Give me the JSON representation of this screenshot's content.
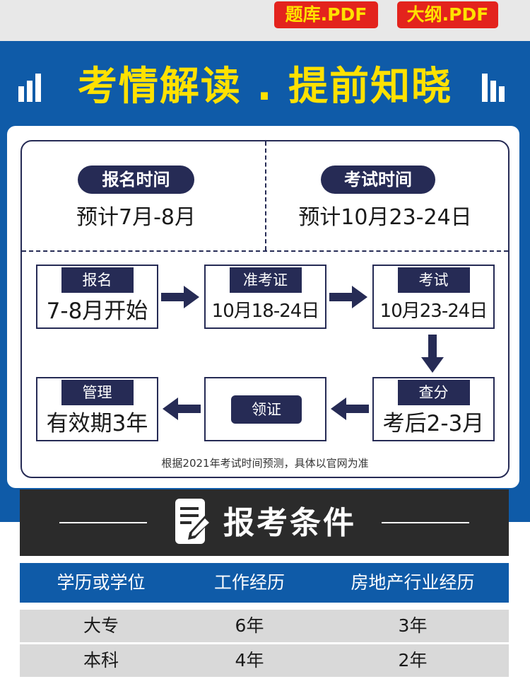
{
  "top_badges": {
    "question_bank": "题库.PDF",
    "syllabus": "大纲.PDF"
  },
  "main_title": "考情解读 . 提前知晓",
  "schedule": {
    "registration": {
      "label": "报名时间",
      "value": "预计7月-8月"
    },
    "exam": {
      "label": "考试时间",
      "value": "预计10月23-24日"
    }
  },
  "steps": {
    "signup": {
      "label": "报名",
      "value": "7-8月开始"
    },
    "admission": {
      "label": "准考证",
      "value": "10月18-24日"
    },
    "test": {
      "label": "考试",
      "value": "10月23-24日"
    },
    "score": {
      "label": "查分",
      "value": "考后2-3月"
    },
    "certificate": {
      "label": "领证"
    },
    "manage": {
      "label": "管理",
      "value": "有效期3年"
    }
  },
  "note": "根据2021年考试时间预测，具体以官网为准",
  "conditions_title": "报考条件",
  "table": {
    "headers": [
      "学历或学位",
      "工作经历",
      "房地产行业经历"
    ],
    "rows": [
      [
        "大专",
        "6年",
        "3年"
      ],
      [
        "本科",
        "4年",
        "2年"
      ]
    ]
  },
  "colors": {
    "brand_blue": "#0f5ba8",
    "navy": "#262b55",
    "yellow": "#ffe100",
    "red": "#e3231d"
  }
}
